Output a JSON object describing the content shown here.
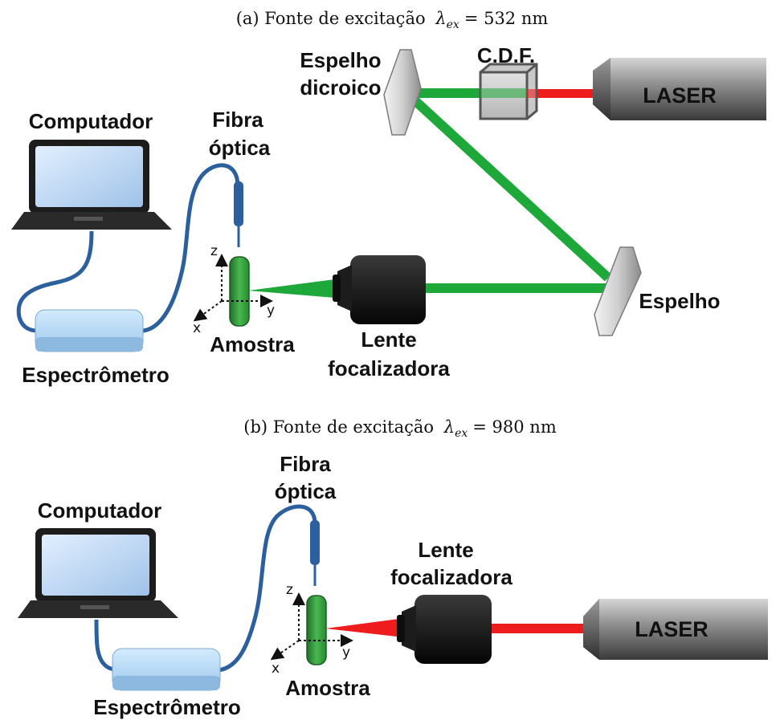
{
  "panel_a": {
    "caption_prefix": "(a) Fonte de excitação",
    "caption_symbol": "λ",
    "caption_subscript": "ex",
    "caption_value": "= 532 nm",
    "labels": {
      "laser": "LASER",
      "cdf": "C.D.F.",
      "dichroic_line1": "Espelho",
      "dichroic_line2": "dicroico",
      "mirror": "Espelho",
      "lens_line1": "Lente",
      "lens_line2": "focalizadora",
      "sample": "Amostra",
      "fiber_line1": "Fibra",
      "fiber_line2": "óptica",
      "computer": "Computador",
      "spectrometer": "Espectrômetro",
      "axis_z": "z",
      "axis_y": "y",
      "axis_x": "x"
    }
  },
  "panel_b": {
    "caption_prefix": "(b) Fonte de excitação",
    "caption_symbol": "λ",
    "caption_subscript": "ex",
    "caption_value": "= 980 nm",
    "labels": {
      "laser": "LASER",
      "lens_line1": "Lente",
      "lens_line2": "focalizadora",
      "sample": "Amostra",
      "fiber_line1": "Fibra",
      "fiber_line2": "óptica",
      "computer": "Computador",
      "spectrometer": "Espectrômetro",
      "axis_z": "z",
      "axis_y": "y",
      "axis_x": "x"
    }
  },
  "colors": {
    "green_beam": "#1ea83a",
    "red_beam": "#ee1c1c",
    "fiber": "#2b5f9e",
    "sample": "#2e9a3a",
    "screen": "#c5dcf3",
    "spectrometer": "#b9daf5"
  }
}
